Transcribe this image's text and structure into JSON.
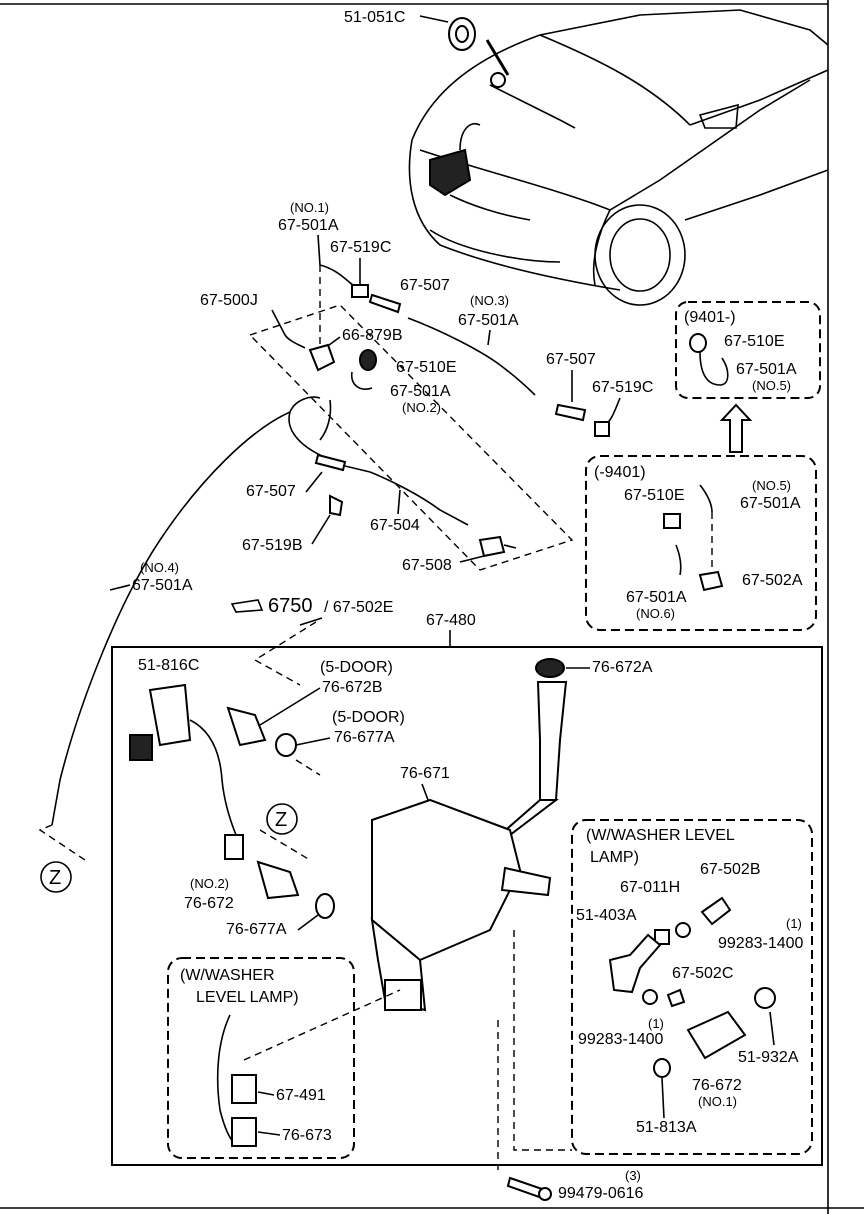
{
  "parts": {
    "p51_051C": "51-051C",
    "p67_501A_no1": "67-501A",
    "no1": "(NO.1)",
    "p67_519C_a": "67-519C",
    "p67_507_a": "67-507",
    "p67_500J": "67-500J",
    "p66_879B": "66-879B",
    "p67_510E_a": "67-510E",
    "p67_501A_no2": "67-501A",
    "no2a": "(NO.2)",
    "no3": "(NO.3)",
    "p67_501A_no3": "67-501A",
    "p67_507_b": "67-507",
    "p67_519C_b": "67-519C",
    "p67_507_c": "67-507",
    "p67_519B": "67-519B",
    "p67_504": "67-504",
    "p67_508": "67-508",
    "no4": "(NO.4)",
    "p67_501A_no4": "67-501A",
    "ref_6750": "6750",
    "ref_slash": "/ 67-502E",
    "p67_480": "67-480",
    "p51_816C": "51-816C",
    "fivedoor_a": "(5-DOOR)",
    "p76_672B": "76-672B",
    "fivedoor_b": "(5-DOOR)",
    "p76_677A_a": "76-677A",
    "p76_672A": "76-672A",
    "p76_671": "76-671",
    "no2b": "(NO.2)",
    "p76_672_no2": "76-672",
    "p76_677A_b": "76-677A",
    "p67_491": "67-491",
    "p76_673": "76-673",
    "p99479": "99479-0616",
    "qty3": "(3)",
    "z1": "Z",
    "z2": "Z"
  },
  "box9401after": {
    "title": "(9401-)",
    "p67_510E": "67-510E",
    "p67_501A": "67-501A",
    "no5": "(NO.5)"
  },
  "box9401before": {
    "title": "(-9401)",
    "no5": "(NO.5)",
    "p67_510E": "67-510E",
    "p67_501A": "67-501A",
    "p67_501A_no6": "67-501A",
    "no6": "(NO.6)",
    "p67_502A": "67-502A"
  },
  "boxWasherLeft": {
    "title1": "(W/WASHER",
    "title2": "LEVEL LAMP)"
  },
  "boxWasherRight": {
    "title1": "(W/WASHER  LEVEL",
    "title2": "LAMP)",
    "p67_502B": "67-502B",
    "p67_011H": "67-011H",
    "p51_403A": "51-403A",
    "qty1a": "(1)",
    "p99283_a": "99283-1400",
    "p67_502C": "67-502C",
    "qty1b": "(1)",
    "p99283_b": "99283-1400",
    "p51_932A": "51-932A",
    "p76_672_no1": "76-672",
    "no1": "(NO.1)",
    "p51_813A": "51-813A"
  }
}
